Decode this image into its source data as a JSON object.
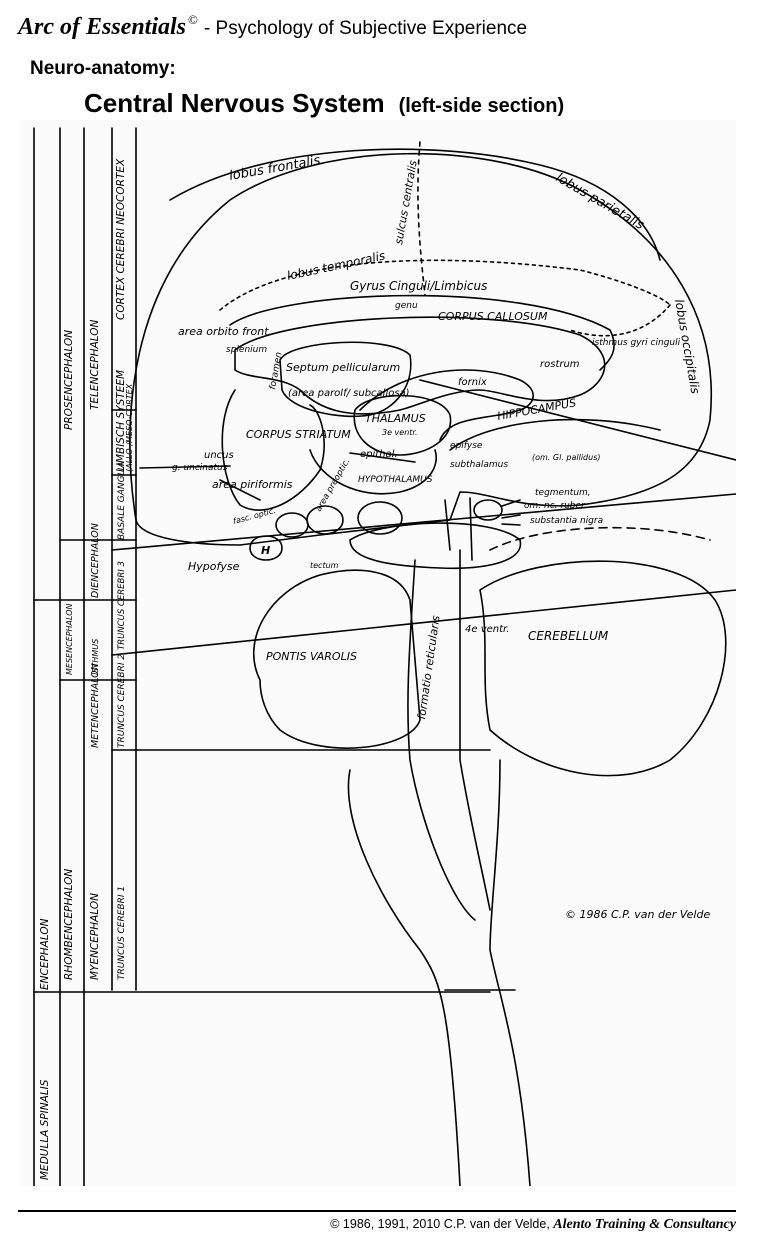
{
  "header": {
    "brand": "Arc of Essentials",
    "copyright_mark": "©",
    "subtitle": "- Psychology of Subjective Experience",
    "section": "Neuro-anatomy:",
    "title": "Central Nervous System",
    "title_note": "(left-side section)"
  },
  "columns": {
    "col1": {
      "prosencephalon": "PROSENCEPHALON",
      "mesencephalon": "MESENCEPHALON",
      "encephalon": "ENCEPHALON",
      "rhombencephalon": "RHOMBENCEPHALON",
      "medulla": "MEDULLA SPINALIS"
    },
    "col2": {
      "telencephalon": "TELENCEPHALON",
      "diencephalon": "DIENCEPHALON",
      "metencephalon": "METENCEPHALON",
      "myencephalon": "MYENCEPHALON",
      "isthmus": "ISTHMUS"
    },
    "col3": {
      "cortex": "CORTEX CEREBRI NEOCORTEX",
      "limbisch": "LIMBISCH SYSTEEM",
      "allo": "(ALLO-/MESO-CORTEX",
      "basale": "BASALE GANGLIA",
      "truncus1": "TRUNCUS CEREBRI 3",
      "truncus2": "TRUNCUS CEREBRI 2",
      "truncus3": "TRUNCUS CEREBRI 1"
    }
  },
  "labels": {
    "lobus_frontalis": "lobus frontalis",
    "sulcus_centralis": "sulcus centralis",
    "lobus_parietalis": "lobus parietalis",
    "lobus_temporalis": "lobus temporalis",
    "gyrus_cinguli": "Gyrus Cinguli/Limbicus",
    "genu": "genu",
    "corpus_callosum": "CORPUS CALLOSUM",
    "lobus_occipitalis": "lobus occipitalis",
    "area_orbito": "area orbito front.",
    "splenium": "splenium",
    "septum": "Septum pellicularum",
    "area_parolf": "(area parolf/ subcallosa)",
    "foramen": "foramen",
    "fornix": "fornix",
    "isthmus_gyri": "isthmus gyri cinguli",
    "rostrum": "rostrum",
    "thalamus": "THALAMUS",
    "ventr3": "3e ventr.",
    "hippocampus": "HIPPOCAMPUS",
    "corpus_striatum": "CORPUS STRIATUM",
    "uncus": "uncus",
    "g_uncinatus": "g. uncinatus",
    "epithal": "epithal.",
    "epifyse": "epifyse",
    "subthalamus": "subthalamus",
    "om_gl": "(om. Gl. pallidus)",
    "area_piriformis": "area piriformis",
    "hypothalamus": "HYPOTHALAMUS",
    "area_preoptic": "area preoptic.",
    "fasc_optic": "fasc. optic.",
    "tegmentum": "tegmentum,",
    "nc_ruber": "om. nc. ruber.",
    "substantia_nigra": "substantia nigra",
    "hypofyse": "Hypofyse",
    "h": "H",
    "tectum": "tectum",
    "pontis": "PONTIS VAROLIS",
    "formatio": "formatio reticularis",
    "ventr4": "4e ventr.",
    "cerebellum": "CEREBELLUM",
    "signature": "© 1986 C.P. van der Velde"
  },
  "footer": {
    "text": "© 1986, 1991, 2010 C.P. van der Velde,",
    "company": "Alento Training & Consultancy"
  }
}
